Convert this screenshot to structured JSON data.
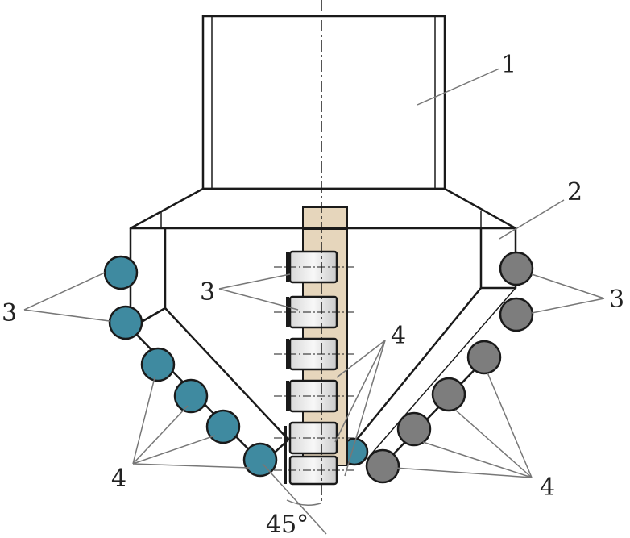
{
  "labels": {
    "part1": "1",
    "part2": "2",
    "part3_left": "3",
    "part3_center": "3",
    "part3_right": "3",
    "part4_left": "4",
    "part4_center": "4",
    "part4_right": "4",
    "angle": "45°"
  },
  "colors": {
    "outline": "#1a1a1a",
    "leader": "#777777",
    "teal_cutter": "#3f8aa0",
    "gray_cutter": "#7d7d7d",
    "center_bar": "#e6d6bc",
    "insert_fill": "#ececec",
    "background": "#ffffff"
  }
}
